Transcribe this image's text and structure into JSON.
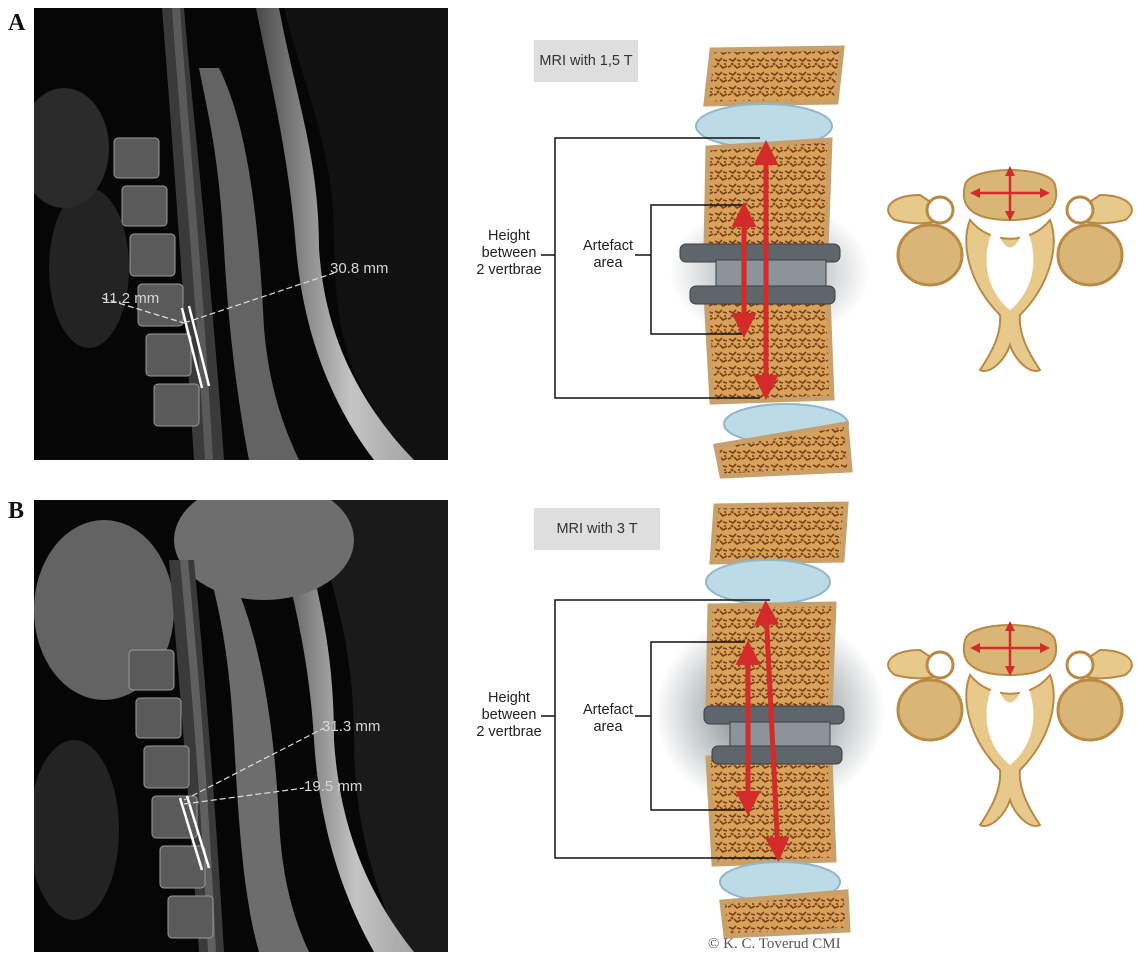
{
  "panel_a": {
    "letter": "A",
    "mri_measurements": [
      "11.2 mm",
      "30.8 mm"
    ],
    "field_strength_label": "MRI with 1,5 T",
    "height_label": [
      "Height",
      "between",
      "2 vertbrae"
    ],
    "artefact_label": [
      "Artefact",
      "area"
    ]
  },
  "panel_b": {
    "letter": "B",
    "mri_measurements": [
      "31.3 mm",
      "19.5 mm"
    ],
    "field_strength_label": "MRI with 3 T",
    "height_label": [
      "Height",
      "between",
      "2 vertbrae"
    ],
    "artefact_label": [
      "Artefact",
      "area"
    ]
  },
  "credit": "© K. C. Toverud CMI",
  "colors": {
    "bone": "#c79a52",
    "disc": "#bcdbe6",
    "arrow": "#d42a2a",
    "implant": "#5f666b",
    "label_box": "#dedede"
  }
}
